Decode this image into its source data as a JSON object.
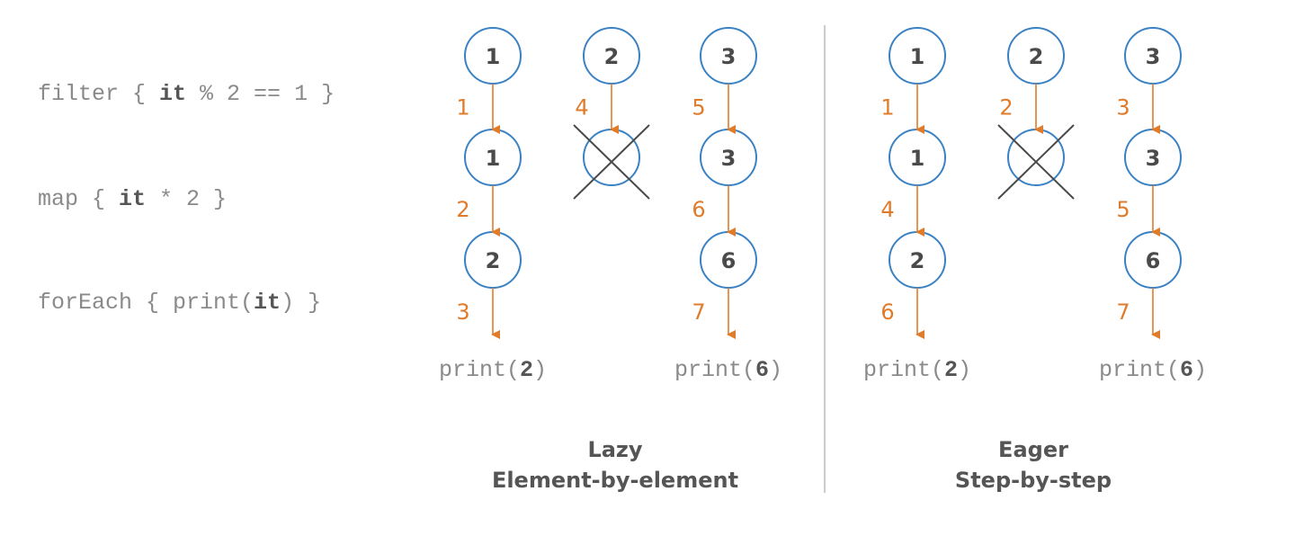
{
  "colors": {
    "node_stroke": "#3a82c4",
    "arrow": "#e07b2a",
    "text": "#4a4a4a",
    "cross": "#4a4a4a",
    "divider": "#bbbbbb"
  },
  "code_lines": [
    {
      "segments": [
        {
          "t": "filter { ",
          "b": false
        },
        {
          "t": "it",
          "b": true
        },
        {
          "t": " % 2 == 1 }",
          "b": false
        }
      ]
    },
    {
      "segments": [
        {
          "t": "map { ",
          "b": false
        },
        {
          "t": "it",
          "b": true
        },
        {
          "t": " * 2 }",
          "b": false
        }
      ]
    },
    {
      "segments": [
        {
          "t": "forEach { print(",
          "b": false
        },
        {
          "t": "it",
          "b": true
        },
        {
          "t": ") }",
          "b": false
        }
      ]
    }
  ],
  "panels": [
    {
      "title": "Lazy",
      "subtitle": "Element-by-element",
      "columns": [
        {
          "nodes": [
            "1",
            "1",
            "2"
          ],
          "steps": [
            "1",
            "2",
            "3"
          ],
          "filtered_out": false,
          "print_prefix": "print(",
          "print_value": "2",
          "print_suffix": ")"
        },
        {
          "nodes": [
            "2",
            ""
          ],
          "steps": [
            "4"
          ],
          "filtered_out": true
        },
        {
          "nodes": [
            "3",
            "3",
            "6"
          ],
          "steps": [
            "5",
            "6",
            "7"
          ],
          "filtered_out": false,
          "print_prefix": "print(",
          "print_value": "6",
          "print_suffix": ")"
        }
      ]
    },
    {
      "title": "Eager",
      "subtitle": "Step-by-step",
      "columns": [
        {
          "nodes": [
            "1",
            "1",
            "2"
          ],
          "steps": [
            "1",
            "4",
            "6"
          ],
          "filtered_out": false,
          "print_prefix": "print(",
          "print_value": "2",
          "print_suffix": ")"
        },
        {
          "nodes": [
            "2",
            ""
          ],
          "steps": [
            "2"
          ],
          "filtered_out": true
        },
        {
          "nodes": [
            "3",
            "3",
            "6"
          ],
          "steps": [
            "3",
            "5",
            "7"
          ],
          "filtered_out": false,
          "print_prefix": "print(",
          "print_value": "6",
          "print_suffix": ")"
        }
      ]
    }
  ]
}
